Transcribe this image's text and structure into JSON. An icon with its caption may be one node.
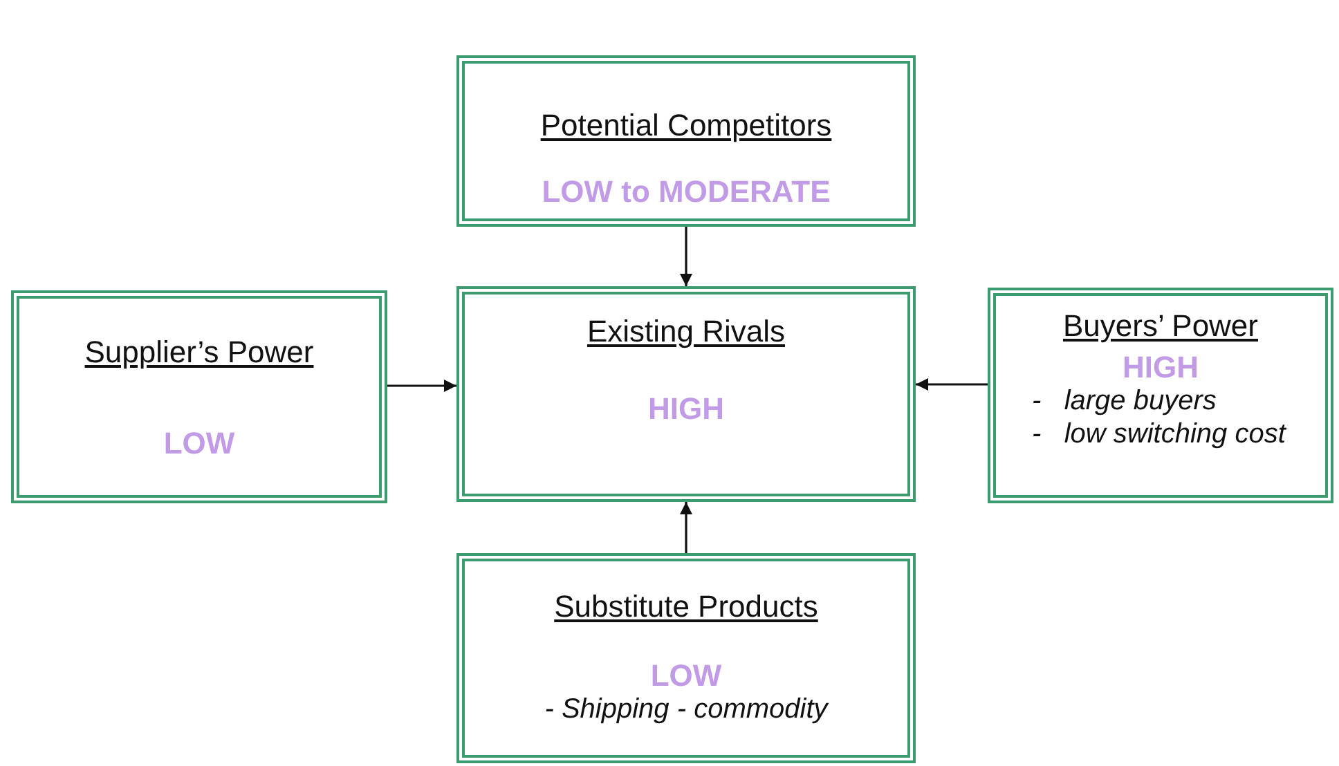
{
  "diagram": {
    "nodes": [
      {
        "text": [
          "Potential Competitors",
          "LOW to MODERATE"
        ]
      },
      {
        "text": [
          "Supplier’s Power",
          "LOW"
        ]
      },
      {
        "text": [
          "Existing Rivals",
          "HIGH"
        ]
      },
      {
        "text": [
          "Buyers’ Power",
          "HIGH",
          "-   large buyers",
          "-   low switching cost"
        ]
      },
      {
        "text": [
          "Substitute Products",
          "LOW",
          "- Shipping - commodity"
        ]
      }
    ],
    "edges": [
      {
        "from": 0,
        "to": 2,
        "arrow": "to"
      },
      {
        "from": 1,
        "to": 2,
        "arrow": "to"
      },
      {
        "from": 3,
        "to": 2,
        "arrow": "to"
      },
      {
        "from": 4,
        "to": 2,
        "arrow": "to"
      }
    ]
  }
}
